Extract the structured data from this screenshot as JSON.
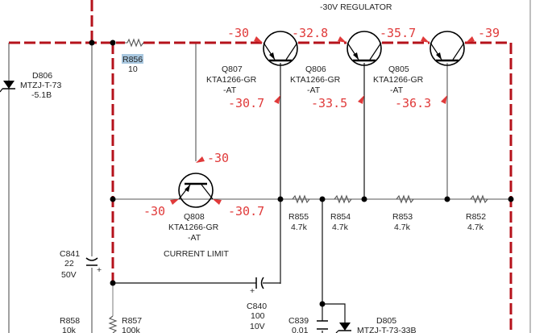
{
  "title": "-30V REGULATOR",
  "colors": {
    "highlight_trace": "#b5121b",
    "voltage_text": "#e03a3a",
    "selected_label_bg": "#a9c8e0"
  },
  "transistors": [
    {
      "ref": "Q807",
      "part": "KTA1266-GR",
      "suffix": "-AT"
    },
    {
      "ref": "Q806",
      "part": "KTA1266-GR",
      "suffix": "-AT"
    },
    {
      "ref": "Q805",
      "part": "KTA1266-GR",
      "suffix": "-AT"
    },
    {
      "ref": "Q808",
      "part": "KTA1266-GR",
      "suffix": "-AT",
      "note": "CURRENT LIMIT"
    }
  ],
  "voltages": {
    "q807_emitter": "-30",
    "q807_base": "-30.7",
    "q806_emitter": "-32.8",
    "q806_base": "-33.5",
    "q805_emitter": "-35.7",
    "q805_base": "-36.3",
    "q805_collector": "-39",
    "q808_collector": "-30",
    "q808_emitter": "-30",
    "q808_base": "-30.7"
  },
  "resistors": [
    {
      "ref": "R856",
      "value": "10",
      "selected": true
    },
    {
      "ref": "R855",
      "value": "4.7k"
    },
    {
      "ref": "R854",
      "value": "4.7k"
    },
    {
      "ref": "R853",
      "value": "4.7k"
    },
    {
      "ref": "R852",
      "value": "4.7k"
    },
    {
      "ref": "R858",
      "value": "10k"
    },
    {
      "ref": "R857",
      "value": "100k"
    }
  ],
  "capacitors": [
    {
      "ref": "C841",
      "value": "22",
      "rating": "50V"
    },
    {
      "ref": "C840",
      "value": "100",
      "rating": "10V"
    },
    {
      "ref": "C839",
      "value": "0.01"
    }
  ],
  "diodes": [
    {
      "ref": "D806",
      "part": "MTZJ-T-73",
      "suffix": "-5.1B"
    },
    {
      "ref": "D805",
      "part": "MTZJ-T-73-33B"
    }
  ],
  "plus_sign": "+"
}
